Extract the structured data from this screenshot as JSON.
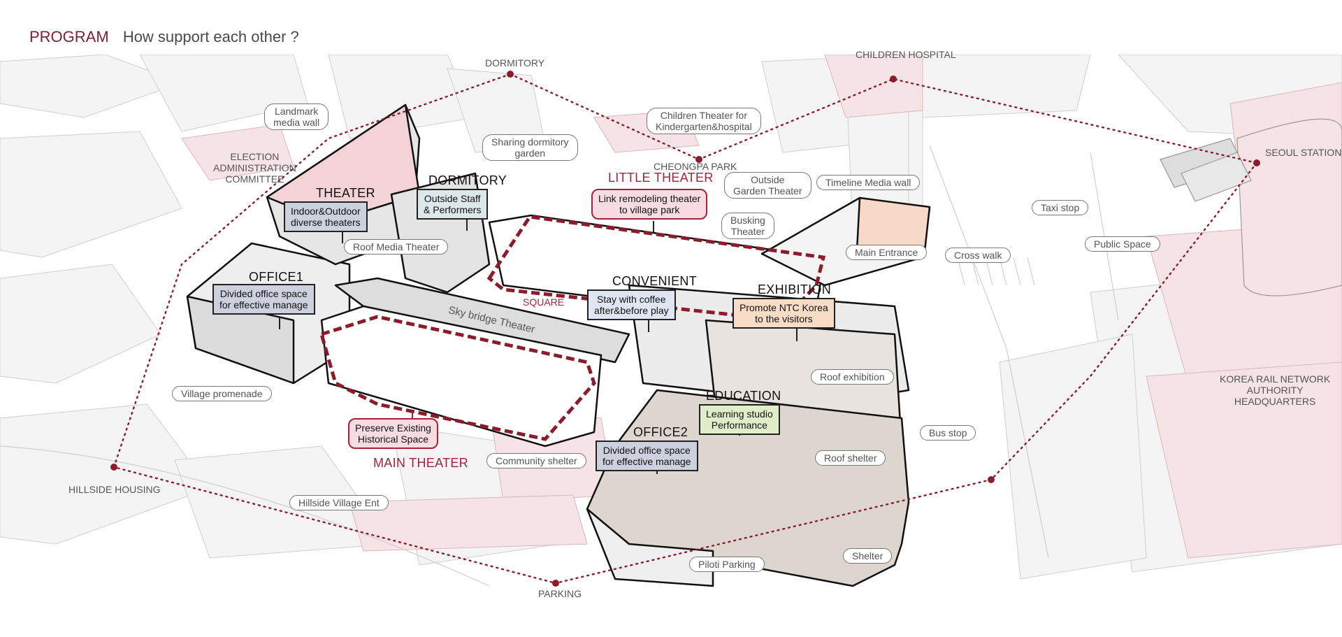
{
  "header": {
    "program": "PROGRAM",
    "subtitle": "How support each other ?"
  },
  "context_labels": {
    "dormitory": "DORMITORY",
    "children_hospital": "CHILDREN HOSPITAL",
    "seoul_station": "SEOUL STATION",
    "election_committee": "ELECTION\nADMINISTRATION\nCOMMITTEE",
    "cheongpa_park": "CHEONGPA PARK",
    "korea_rail": "KOREA RAIL NETWORK\nAUTHORITY\nHEADQUARTERS",
    "hillside_housing": "HILLSIDE HOUSING",
    "parking": "PARKING"
  },
  "pills": {
    "landmark": "Landmark\nmedia wall",
    "children_theater": "Children Theater for\nKindergarten&hospital",
    "sharing_dormitory": "Sharing dormitory\ngarden",
    "outside_garden": "Outside\nGarden Theater",
    "timeline_media": "Timeline Media wall",
    "taxi_stop": "Taxi stop",
    "public_space": "Public Space",
    "busking": "Busking\nTheater",
    "main_entrance": "Main Entrance",
    "cross_walk": "Cross walk",
    "roof_media": "Roof Media Theater",
    "sky_bridge": "Sky bridge Theater",
    "roof_exhibition": "Roof exhibition",
    "village_promenade": "Village promenade",
    "bus_stop": "Bus stop",
    "roof_shelter": "Roof shelter",
    "community_shelter": "Community shelter",
    "hillside_village": "Hillside Village Ent",
    "piloti_parking": "Piloti Parking",
    "shelter": "Shelter"
  },
  "programs": {
    "theater": {
      "title": "THEATER",
      "desc": "Indoor&Outdoor\ndiverse theaters"
    },
    "dormitory": {
      "title": "DORMITORY",
      "desc": "Outside Staff\n& Performers"
    },
    "little_theater": {
      "title": "LITTLE THEATER",
      "desc": "Link remodeling theater\nto village park"
    },
    "office1": {
      "title": "OFFICE1",
      "desc": "Divided office space\nfor effective manage"
    },
    "convenient": {
      "title": "CONVENIENT",
      "desc": "Stay with coffee\nafter&before play"
    },
    "exhibition": {
      "title": "EXHIBITION",
      "desc": "Promote NTC Korea\nto the visitors"
    },
    "square": {
      "title": "SQUARE"
    },
    "education": {
      "title": "EDUCATION",
      "desc": "Learning studio\nPerformance"
    },
    "office2": {
      "title": "OFFICE2",
      "desc": "Divided office space\nfor effective manage"
    },
    "main_theater": {
      "title": "MAIN THEATER",
      "desc": "Preserve Existing\nHistorical Space"
    }
  },
  "colors": {
    "accent": "#7c1f32",
    "red_label": "#a4233b",
    "dotted_line": "#8a1c2c"
  }
}
